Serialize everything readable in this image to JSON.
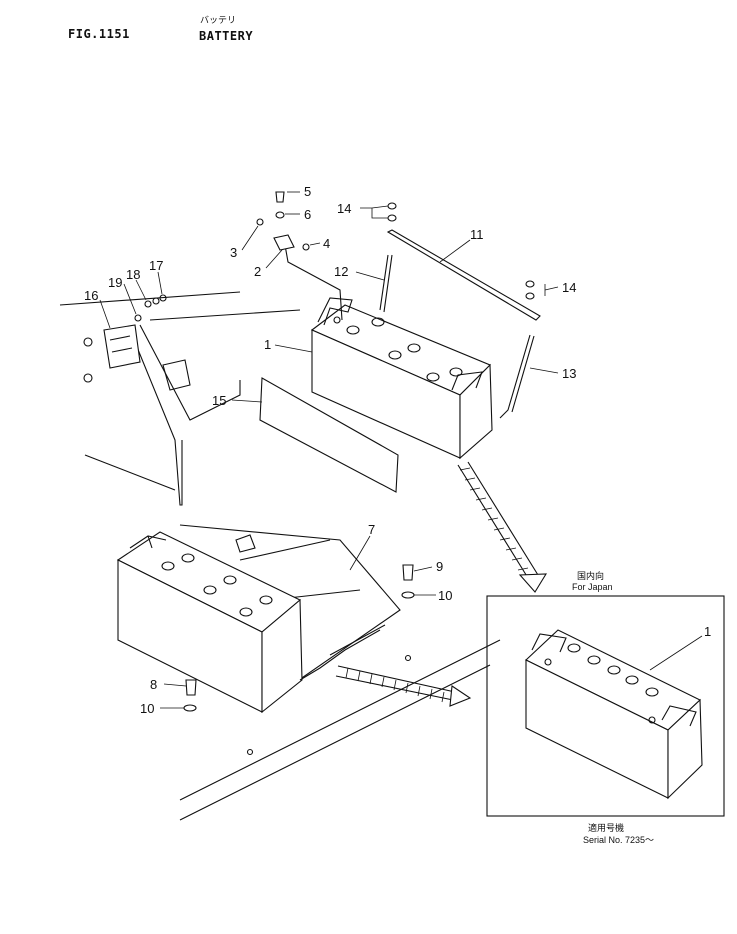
{
  "header": {
    "fig_number": "FIG.1151",
    "title_jp": "バッテリ",
    "title_en": "BATTERY"
  },
  "callouts": {
    "c1": "1",
    "c2": "2",
    "c3": "3",
    "c4": "4",
    "c5": "5",
    "c6": "6",
    "c7": "7",
    "c8": "8",
    "c9": "9",
    "c10a": "10",
    "c10b": "10",
    "c11": "11",
    "c12": "12",
    "c13": "13",
    "c14a": "14",
    "c14b": "14",
    "c15": "15",
    "c16": "16",
    "c17": "17",
    "c18": "18",
    "c19": "19",
    "c1_inset": "1"
  },
  "inset": {
    "label_jp": "国内向",
    "label_en": "For Japan",
    "serial_jp": "適用号機",
    "serial_en": "Serial No. 7235～"
  }
}
